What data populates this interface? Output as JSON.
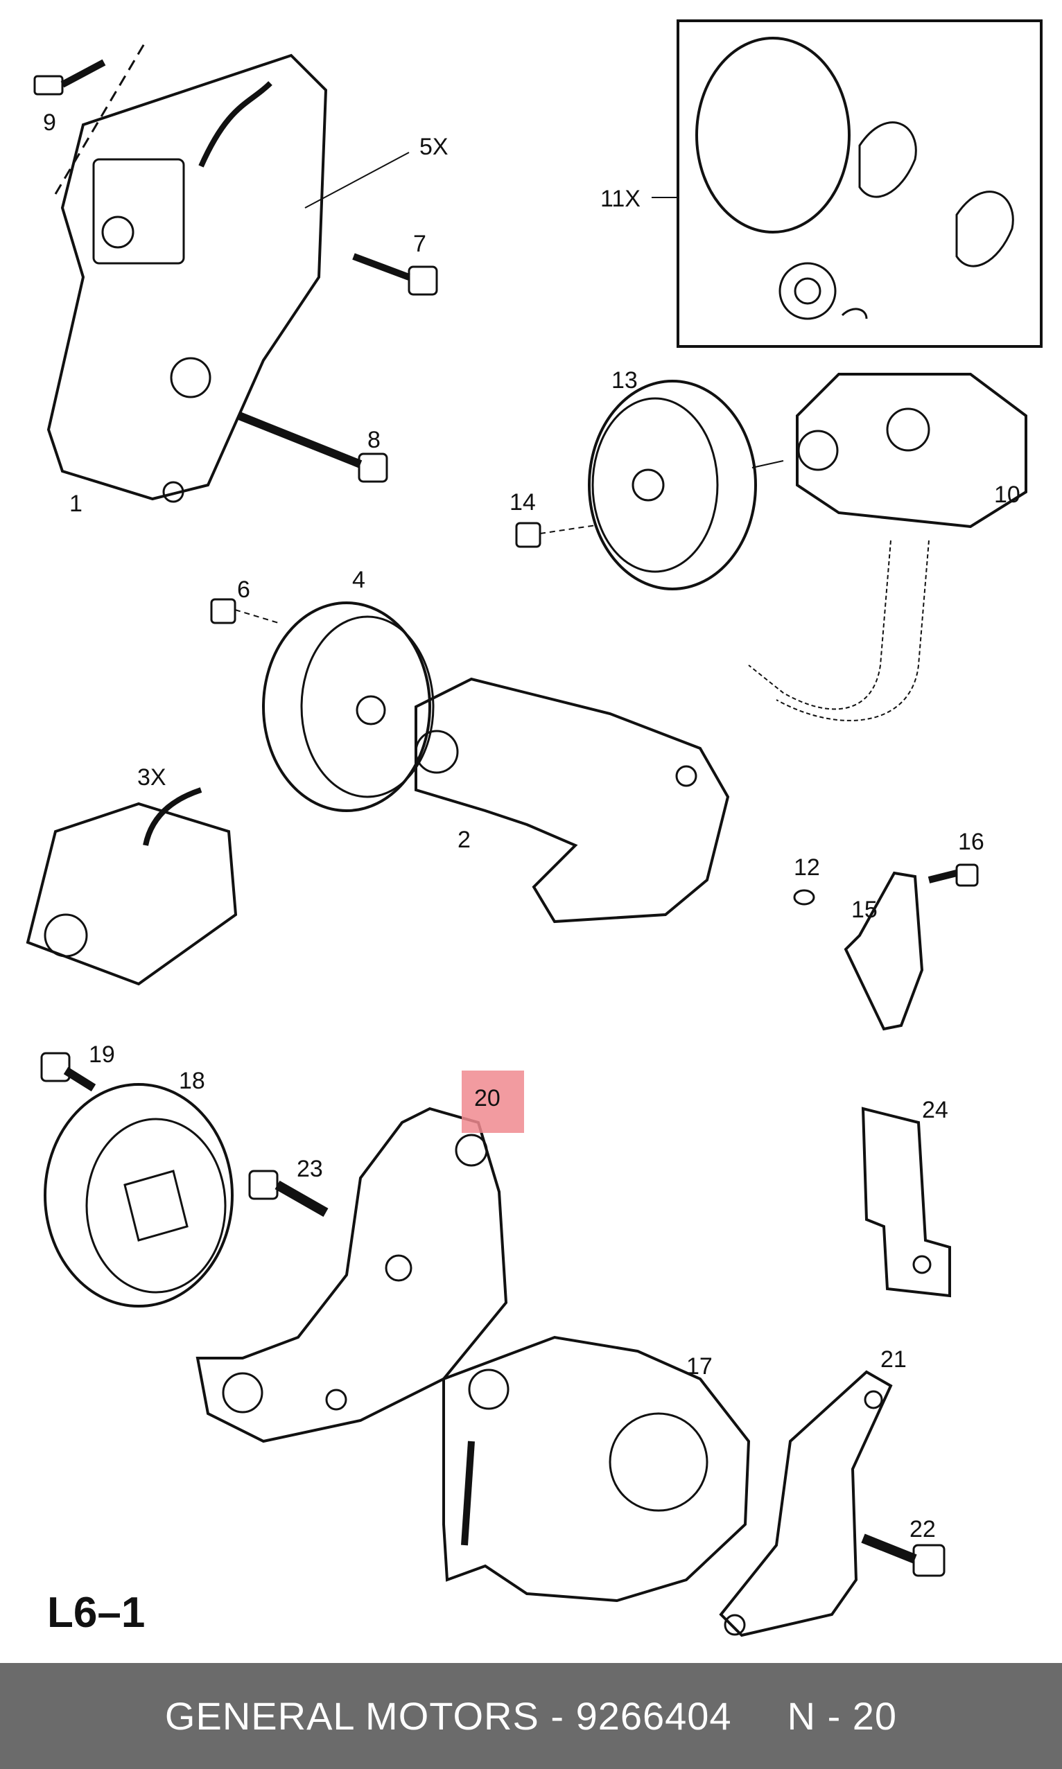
{
  "labels": {
    "l1": "1",
    "l2": "2",
    "l3x": "3X",
    "l4": "4",
    "l5x": "5X",
    "l6": "6",
    "l7": "7",
    "l8": "8",
    "l9": "9",
    "l10": "10",
    "l11x": "11X",
    "l12": "12",
    "l13": "13",
    "l14": "14",
    "l15": "15",
    "l16": "16",
    "l17": "17",
    "l18": "18",
    "l19": "19",
    "l20": "20",
    "l21": "21",
    "l22": "22",
    "l23": "23",
    "l24": "24"
  },
  "section_code": "L6–1",
  "footer": {
    "brand_part": "GENERAL MOTORS - 9266404",
    "ref": "N - 20"
  },
  "colors": {
    "highlight": "#f08a8f",
    "footer_bg": "#6b6b6b",
    "line": "#111111"
  }
}
